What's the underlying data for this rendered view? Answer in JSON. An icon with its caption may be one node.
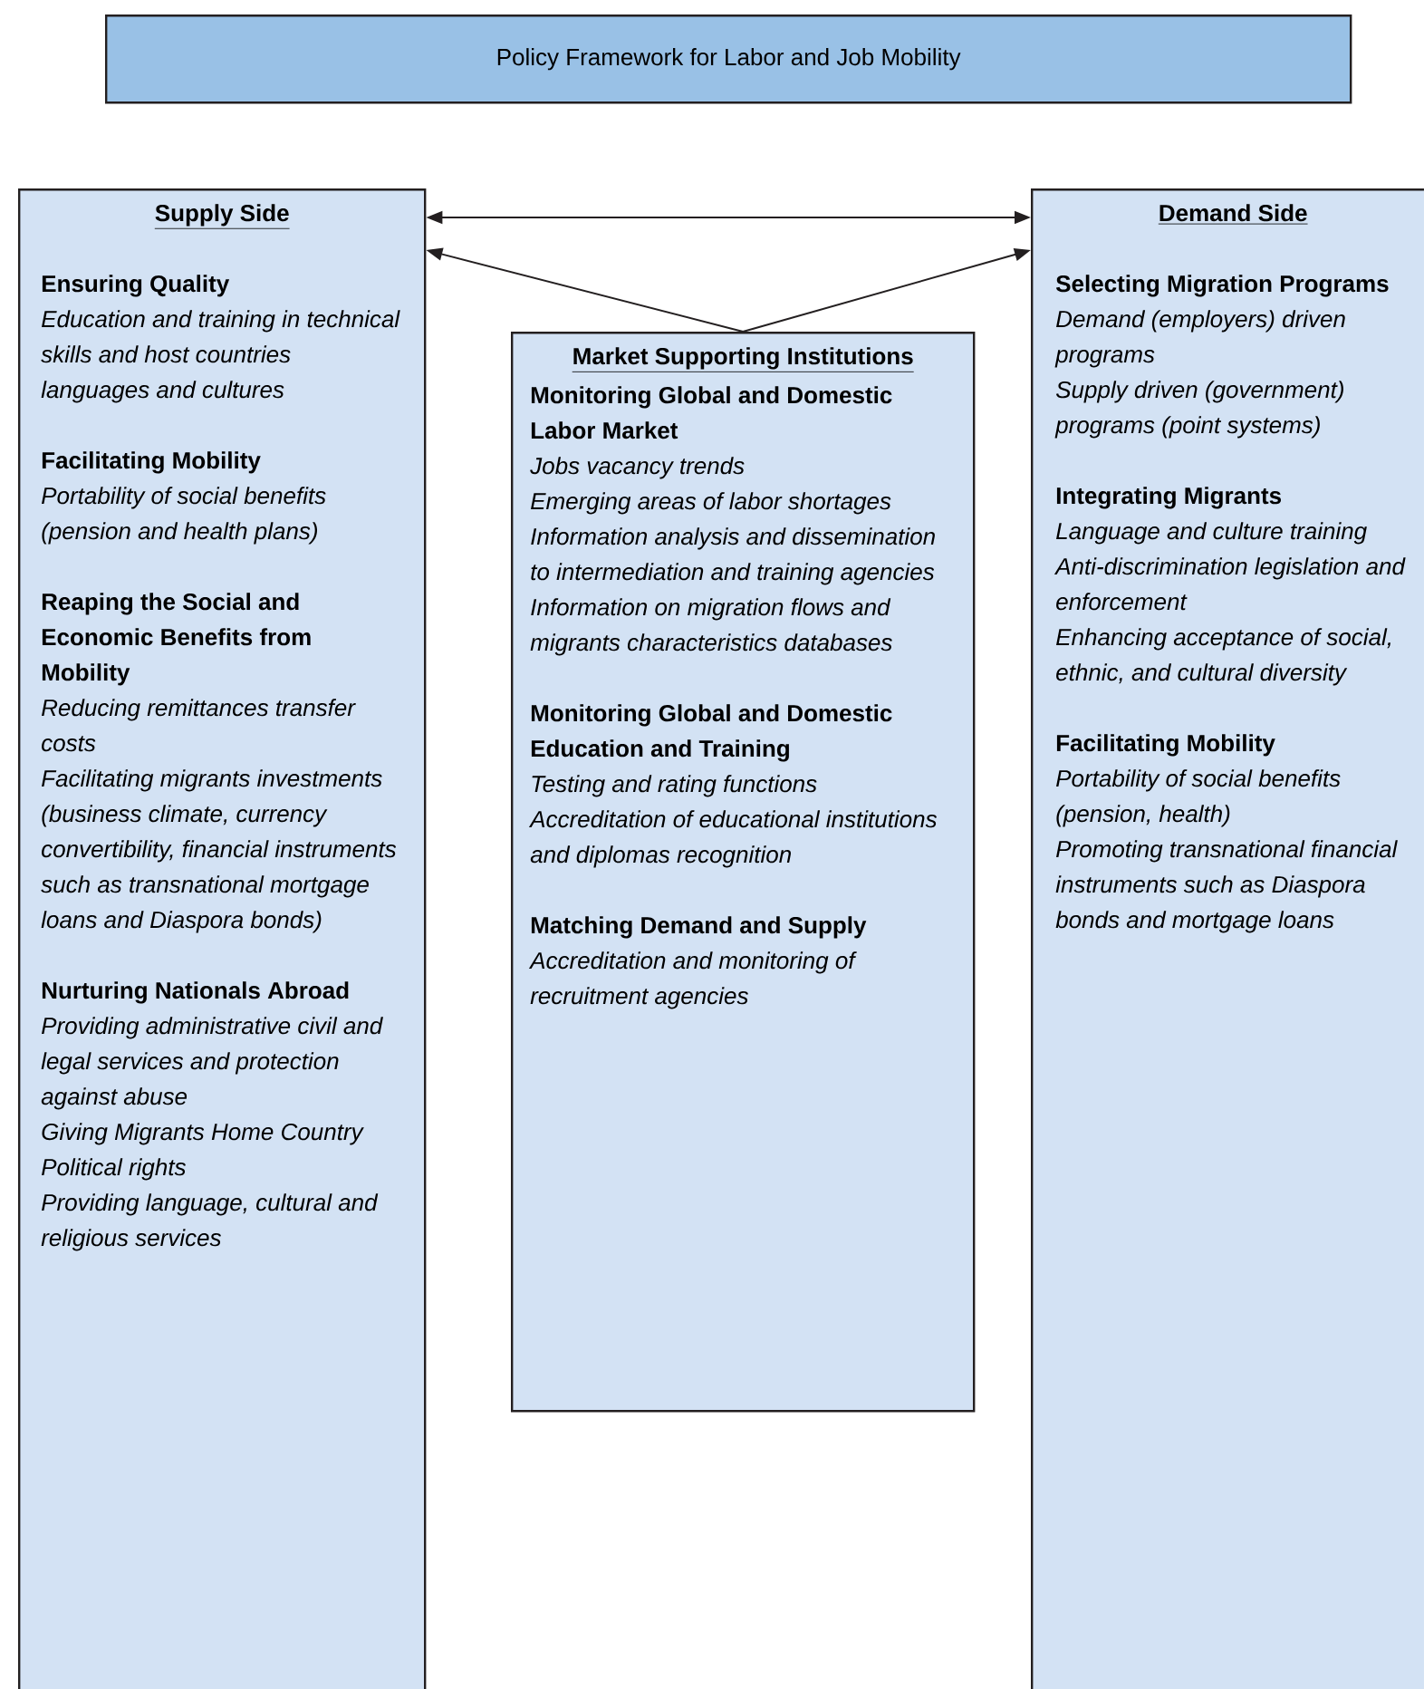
{
  "diagram": {
    "nodes": [
      {
        "text": [
          "Policy Framework for Labor and Job Mobility"
        ]
      },
      {
        "text": [
          "Supply Side",
          "Ensuring Quality",
          "Education and training in technical skills and host countries languages and cultures",
          "Facilitating Mobility",
          "Portability of social benefits (pension and health plans)",
          "Reaping the Social and Economic Benefits from Mobility",
          "Reducing remittances transfer costs",
          "Facilitating migrants investments (business climate, currency convertibility, financial instruments such as transnational mortgage loans and Diaspora bonds)",
          "Nurturing Nationals Abroad",
          "Providing administrative civil and legal services and protection against abuse",
          "Giving Migrants Home Country Political rights",
          "Providing language, cultural and religious services"
        ]
      },
      {
        "text": [
          "Market Supporting Institutions",
          "Monitoring Global and Domestic Labor Market",
          "Jobs vacancy trends",
          "Emerging areas of labor shortages",
          "Information analysis and dissemination to intermediation and training agencies",
          "Information on migration flows and migrants characteristics databases",
          "Monitoring Global and Domestic Education and Training",
          "Testing and rating functions",
          "Accreditation of educational institutions and diplomas recognition",
          "Matching Demand and Supply",
          "Accreditation and monitoring of recruitment agencies"
        ]
      },
      {
        "text": [
          "Demand Side",
          "Selecting Migration Programs",
          "Demand (employers) driven programs",
          "Supply driven (government) programs (point systems)",
          "Integrating Migrants",
          "Language and culture training",
          "Anti-discrimination legislation and enforcement",
          "Enhancing acceptance of social, ethnic, and cultural diversity",
          "Facilitating Mobility",
          "Portability of social benefits (pension, health)",
          "Promoting transnational financial instruments such as Diaspora bonds and mortgage loans"
        ]
      }
    ],
    "edges": [
      {
        "from": 1,
        "to": 3,
        "arrow": "both"
      },
      {
        "from": 2,
        "to": 1,
        "arrow": "to"
      },
      {
        "from": 2,
        "to": 3,
        "arrow": "to"
      }
    ]
  }
}
